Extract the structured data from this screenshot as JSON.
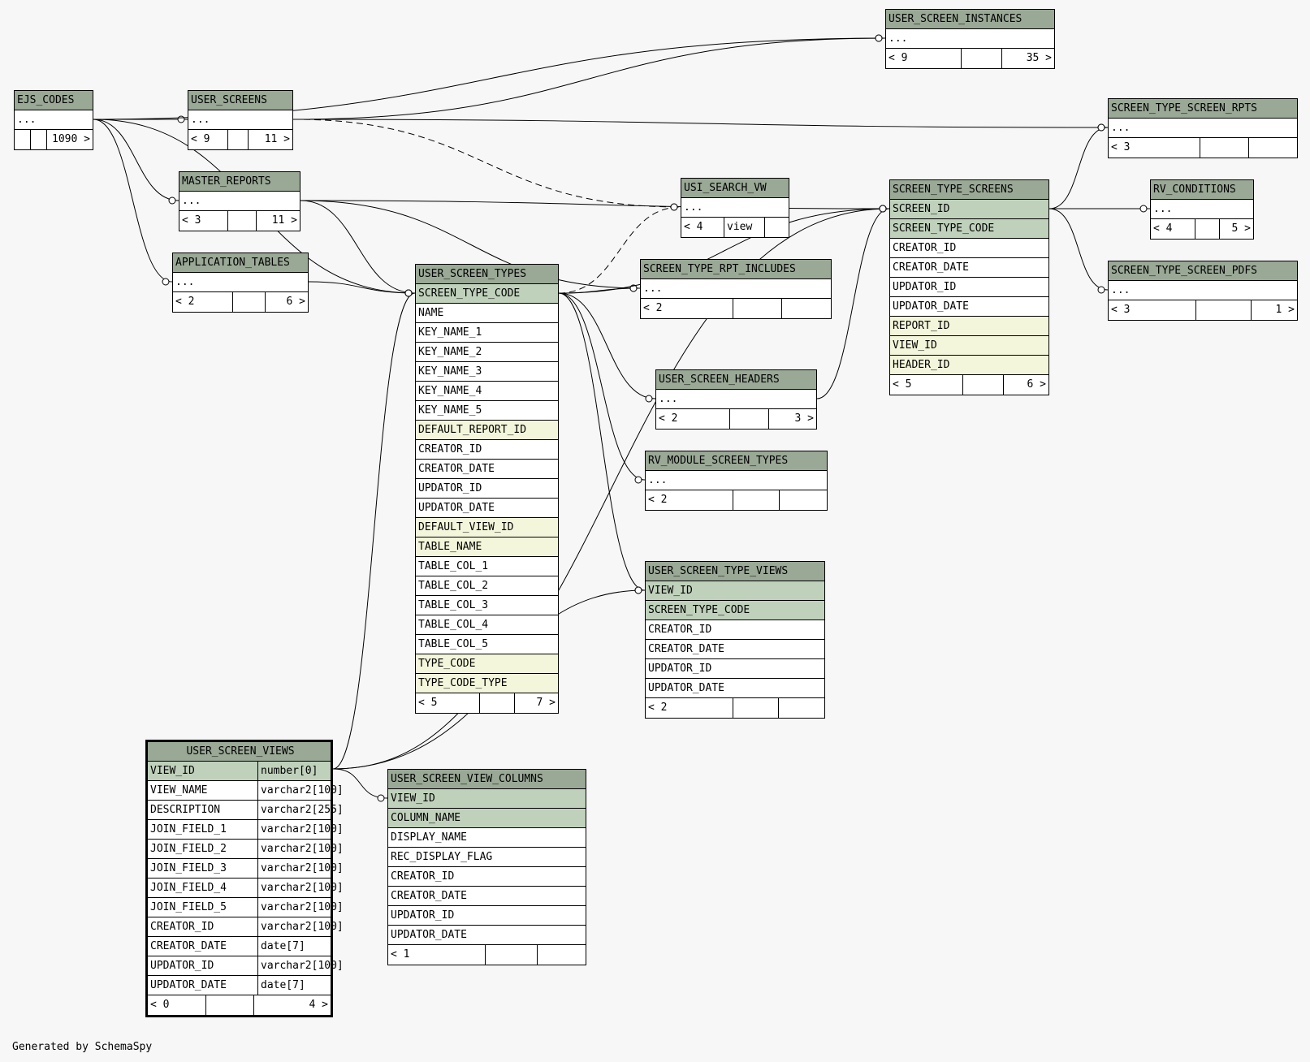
{
  "footer": "Generated by SchemaSpy",
  "tables": [
    {
      "id": "ejs_codes",
      "name": "EJS_CODES",
      "rows": [
        {
          "label": "...",
          "kind": "plain"
        }
      ],
      "footer": [
        "",
        "",
        "1090 >"
      ]
    },
    {
      "id": "user_screens",
      "name": "USER_SCREENS",
      "rows": [
        {
          "label": "...",
          "kind": "plain"
        }
      ],
      "footer": [
        "< 9",
        "",
        "11 >"
      ]
    },
    {
      "id": "master_reports",
      "name": "MASTER_REPORTS",
      "rows": [
        {
          "label": "...",
          "kind": "plain"
        }
      ],
      "footer": [
        "< 3",
        "",
        "11 >"
      ]
    },
    {
      "id": "application_tables",
      "name": "APPLICATION_TABLES",
      "rows": [
        {
          "label": "...",
          "kind": "plain"
        }
      ],
      "footer": [
        "< 2",
        "",
        "6 >"
      ]
    },
    {
      "id": "user_screen_instances",
      "name": "USER_SCREEN_INSTANCES",
      "rows": [
        {
          "label": "...",
          "kind": "plain"
        }
      ],
      "footer": [
        "< 9",
        "",
        "35 >"
      ]
    },
    {
      "id": "usi_search_vw",
      "name": "USI_SEARCH_VW",
      "rows": [
        {
          "label": "...",
          "kind": "plain"
        }
      ],
      "footer": [
        "< 4",
        "view",
        ""
      ]
    },
    {
      "id": "screen_type_rpt_includes",
      "name": "SCREEN_TYPE_RPT_INCLUDES",
      "rows": [
        {
          "label": "...",
          "kind": "plain"
        }
      ],
      "footer": [
        "< 2",
        "",
        ""
      ]
    },
    {
      "id": "user_screen_headers",
      "name": "USER_SCREEN_HEADERS",
      "rows": [
        {
          "label": "...",
          "kind": "plain"
        }
      ],
      "footer": [
        "< 2",
        "",
        "3 >"
      ]
    },
    {
      "id": "rv_module_screen_types",
      "name": "RV_MODULE_SCREEN_TYPES",
      "rows": [
        {
          "label": "...",
          "kind": "plain"
        }
      ],
      "footer": [
        "< 2",
        "",
        ""
      ]
    },
    {
      "id": "screen_type_screen_rpts",
      "name": "SCREEN_TYPE_SCREEN_RPTS",
      "rows": [
        {
          "label": "...",
          "kind": "plain"
        }
      ],
      "footer": [
        "< 3",
        "",
        ""
      ]
    },
    {
      "id": "rv_conditions",
      "name": "RV_CONDITIONS",
      "rows": [
        {
          "label": "...",
          "kind": "plain"
        }
      ],
      "footer": [
        "< 4",
        "",
        "5 >"
      ]
    },
    {
      "id": "screen_type_screen_pdfs",
      "name": "SCREEN_TYPE_SCREEN_PDFS",
      "rows": [
        {
          "label": "...",
          "kind": "plain"
        }
      ],
      "footer": [
        "< 3",
        "",
        "1 >"
      ]
    },
    {
      "id": "user_screen_types",
      "name": "USER_SCREEN_TYPES",
      "rows": [
        {
          "label": "SCREEN_TYPE_CODE",
          "kind": "pk"
        },
        {
          "label": "NAME",
          "kind": "plain"
        },
        {
          "label": "KEY_NAME_1",
          "kind": "plain"
        },
        {
          "label": "KEY_NAME_2",
          "kind": "plain"
        },
        {
          "label": "KEY_NAME_3",
          "kind": "plain"
        },
        {
          "label": "KEY_NAME_4",
          "kind": "plain"
        },
        {
          "label": "KEY_NAME_5",
          "kind": "plain"
        },
        {
          "label": "DEFAULT_REPORT_ID",
          "kind": "fk"
        },
        {
          "label": "CREATOR_ID",
          "kind": "plain"
        },
        {
          "label": "CREATOR_DATE",
          "kind": "plain"
        },
        {
          "label": "UPDATOR_ID",
          "kind": "plain"
        },
        {
          "label": "UPDATOR_DATE",
          "kind": "plain"
        },
        {
          "label": "DEFAULT_VIEW_ID",
          "kind": "fk"
        },
        {
          "label": "TABLE_NAME",
          "kind": "fk"
        },
        {
          "label": "TABLE_COL_1",
          "kind": "plain"
        },
        {
          "label": "TABLE_COL_2",
          "kind": "plain"
        },
        {
          "label": "TABLE_COL_3",
          "kind": "plain"
        },
        {
          "label": "TABLE_COL_4",
          "kind": "plain"
        },
        {
          "label": "TABLE_COL_5",
          "kind": "plain"
        },
        {
          "label": "TYPE_CODE",
          "kind": "fk"
        },
        {
          "label": "TYPE_CODE_TYPE",
          "kind": "fk"
        }
      ],
      "footer": [
        "< 5",
        "",
        "7 >"
      ]
    },
    {
      "id": "screen_type_screens",
      "name": "SCREEN_TYPE_SCREENS",
      "rows": [
        {
          "label": "SCREEN_ID",
          "kind": "pk"
        },
        {
          "label": "SCREEN_TYPE_CODE",
          "kind": "pk"
        },
        {
          "label": "CREATOR_ID",
          "kind": "plain"
        },
        {
          "label": "CREATOR_DATE",
          "kind": "plain"
        },
        {
          "label": "UPDATOR_ID",
          "kind": "plain"
        },
        {
          "label": "UPDATOR_DATE",
          "kind": "plain"
        },
        {
          "label": "REPORT_ID",
          "kind": "fk"
        },
        {
          "label": "VIEW_ID",
          "kind": "fk"
        },
        {
          "label": "HEADER_ID",
          "kind": "fk"
        }
      ],
      "footer": [
        "< 5",
        "",
        "6 >"
      ]
    },
    {
      "id": "user_screen_type_views",
      "name": "USER_SCREEN_TYPE_VIEWS",
      "rows": [
        {
          "label": "VIEW_ID",
          "kind": "pk"
        },
        {
          "label": "SCREEN_TYPE_CODE",
          "kind": "pk"
        },
        {
          "label": "CREATOR_ID",
          "kind": "plain"
        },
        {
          "label": "CREATOR_DATE",
          "kind": "plain"
        },
        {
          "label": "UPDATOR_ID",
          "kind": "plain"
        },
        {
          "label": "UPDATOR_DATE",
          "kind": "plain"
        }
      ],
      "footer": [
        "< 2",
        "",
        ""
      ]
    },
    {
      "id": "user_screen_view_columns",
      "name": "USER_SCREEN_VIEW_COLUMNS",
      "rows": [
        {
          "label": "VIEW_ID",
          "kind": "pk"
        },
        {
          "label": "COLUMN_NAME",
          "kind": "pk"
        },
        {
          "label": "DISPLAY_NAME",
          "kind": "plain"
        },
        {
          "label": "REC_DISPLAY_FLAG",
          "kind": "plain"
        },
        {
          "label": "CREATOR_ID",
          "kind": "plain"
        },
        {
          "label": "CREATOR_DATE",
          "kind": "plain"
        },
        {
          "label": "UPDATOR_ID",
          "kind": "plain"
        },
        {
          "label": "UPDATOR_DATE",
          "kind": "plain"
        }
      ],
      "footer": [
        "< 1",
        "",
        ""
      ]
    },
    {
      "id": "user_screen_views",
      "name": "USER_SCREEN_VIEWS",
      "focus": true,
      "rows": [
        {
          "label": "VIEW_ID",
          "type": "number[0]",
          "kind": "pk"
        },
        {
          "label": "VIEW_NAME",
          "type": "varchar2[100]",
          "kind": "plain"
        },
        {
          "label": "DESCRIPTION",
          "type": "varchar2[255]",
          "kind": "plain"
        },
        {
          "label": "JOIN_FIELD_1",
          "type": "varchar2[100]",
          "kind": "plain"
        },
        {
          "label": "JOIN_FIELD_2",
          "type": "varchar2[100]",
          "kind": "plain"
        },
        {
          "label": "JOIN_FIELD_3",
          "type": "varchar2[100]",
          "kind": "plain"
        },
        {
          "label": "JOIN_FIELD_4",
          "type": "varchar2[100]",
          "kind": "plain"
        },
        {
          "label": "JOIN_FIELD_5",
          "type": "varchar2[100]",
          "kind": "plain"
        },
        {
          "label": "CREATOR_ID",
          "type": "varchar2[100]",
          "kind": "plain"
        },
        {
          "label": "CREATOR_DATE",
          "type": "date[7]",
          "kind": "plain"
        },
        {
          "label": "UPDATOR_ID",
          "type": "varchar2[100]",
          "kind": "plain"
        },
        {
          "label": "UPDATOR_DATE",
          "type": "date[7]",
          "kind": "plain"
        }
      ],
      "footer": [
        "< 0",
        "",
        "4 >"
      ]
    }
  ],
  "relationships": [
    {
      "from": "ejs_codes",
      "to": "user_screens"
    },
    {
      "from": "ejs_codes",
      "to": "master_reports"
    },
    {
      "from": "ejs_codes",
      "to": "application_tables"
    },
    {
      "from": "ejs_codes",
      "to": "user_screen_instances"
    },
    {
      "from": "ejs_codes",
      "to": "user_screen_types"
    },
    {
      "from": "user_screens",
      "to": "user_screen_instances"
    },
    {
      "from": "user_screens",
      "to": "screen_type_screen_rpts"
    },
    {
      "from": "user_screens",
      "to": "usi_search_vw",
      "implied": true
    },
    {
      "from": "master_reports",
      "to": "screen_type_screens"
    },
    {
      "from": "master_reports",
      "to": "screen_type_rpt_includes"
    },
    {
      "from": "master_reports",
      "to": "user_screen_types"
    },
    {
      "from": "application_tables",
      "to": "user_screen_types"
    },
    {
      "from": "user_screen_types",
      "to": "usi_search_vw",
      "implied": true
    },
    {
      "from": "user_screen_types",
      "to": "screen_type_rpt_includes"
    },
    {
      "from": "user_screen_types",
      "to": "user_screen_headers"
    },
    {
      "from": "user_screen_types",
      "to": "rv_module_screen_types"
    },
    {
      "from": "user_screen_types",
      "to": "user_screen_type_views"
    },
    {
      "from": "user_screen_types",
      "to": "screen_type_screens"
    },
    {
      "from": "user_screen_headers",
      "to": "screen_type_screens"
    },
    {
      "from": "screen_type_screens",
      "to": "screen_type_screen_rpts"
    },
    {
      "from": "screen_type_screens",
      "to": "rv_conditions"
    },
    {
      "from": "screen_type_screens",
      "to": "screen_type_screen_pdfs"
    },
    {
      "from": "user_screen_views",
      "to": "user_screen_types"
    },
    {
      "from": "user_screen_views",
      "to": "user_screen_view_columns"
    },
    {
      "from": "user_screen_views",
      "to": "user_screen_type_views"
    },
    {
      "from": "user_screen_views",
      "to": "screen_type_screens"
    }
  ]
}
